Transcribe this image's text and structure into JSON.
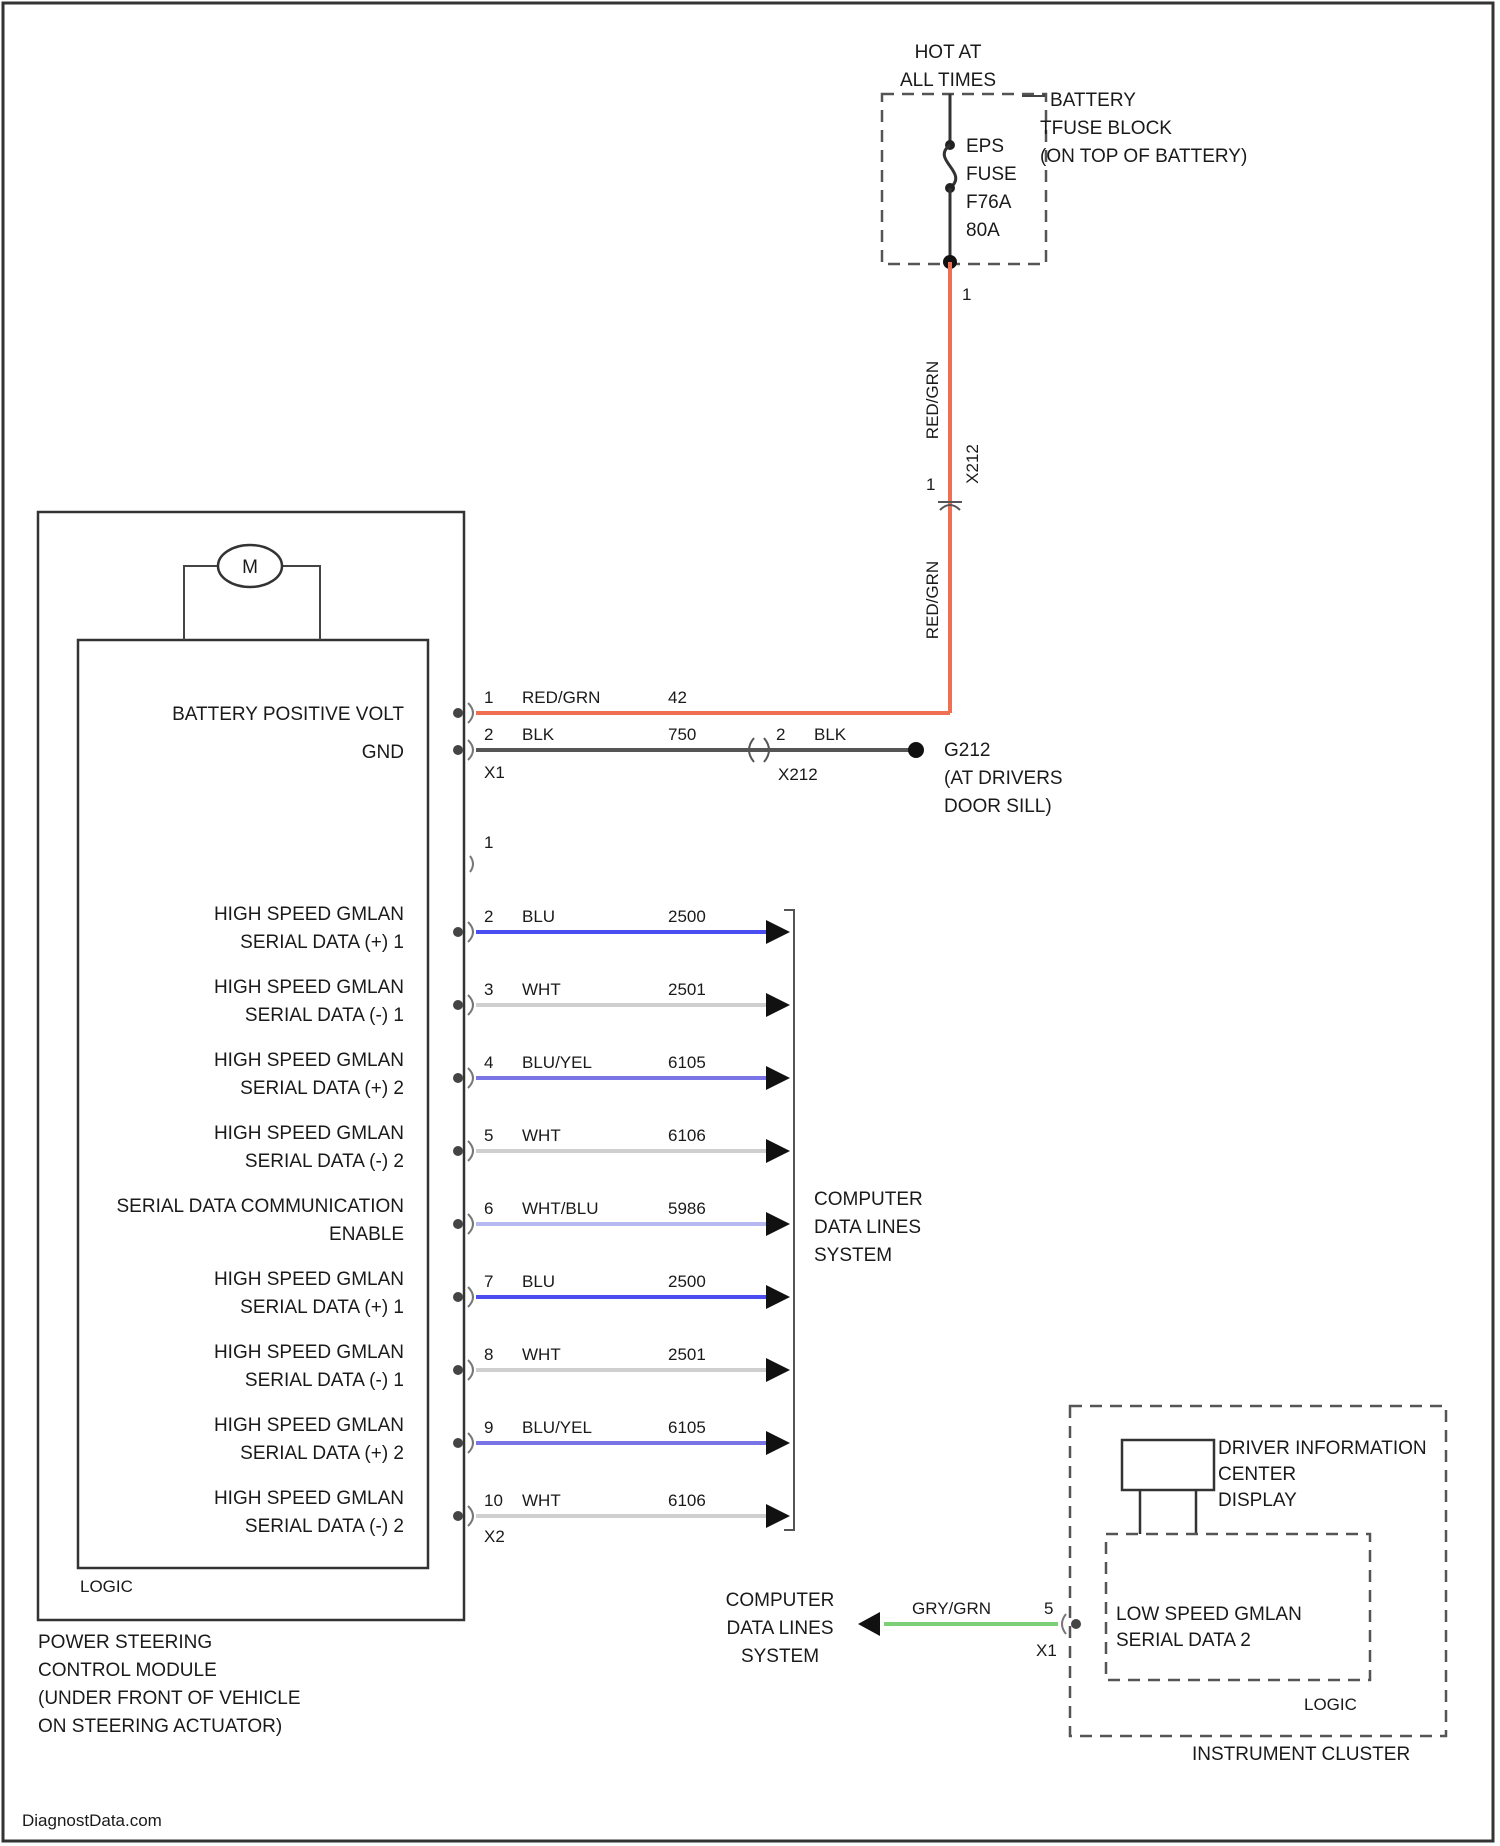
{
  "diagram": {
    "fuse_block": {
      "power_label_1": "HOT AT",
      "power_label_2": "ALL TIMES",
      "block_label_1": "BATTERY",
      "block_label_2": "TFUSE BLOCK",
      "block_label_3": "(ON TOP OF BATTERY)",
      "fuse_1": "EPS",
      "fuse_2": "FUSE",
      "fuse_3": "F76A",
      "fuse_4": "80A",
      "terminal": "1"
    },
    "vertical_wire": {
      "color_upper": "RED/GRN",
      "color_lower": "RED/GRN",
      "connector": "X212",
      "connector_pin": "1"
    },
    "psc_module": {
      "motor": "M",
      "logic": "LOGIC",
      "name_1": "POWER STEERING",
      "name_2": "CONTROL MODULE",
      "name_3": "(UNDER FRONT OF VEHICLE",
      "name_4": "ON STEERING ACTUATOR)",
      "conn_x1": "X1",
      "conn_x2": "X2",
      "pins_x1": [
        {
          "label": "BATTERY POSITIVE VOLT",
          "pin": "1",
          "color": "RED/GRN",
          "circuit": "42"
        },
        {
          "label": "GND",
          "pin": "2",
          "color": "BLK",
          "circuit": "750"
        }
      ],
      "x2_pin1": "1",
      "pins_x2": [
        {
          "l1": "HIGH SPEED GMLAN",
          "l2": "SERIAL DATA (+) 1",
          "pin": "2",
          "color": "BLU",
          "circuit": "2500",
          "hex": "#4a4ef0"
        },
        {
          "l1": "HIGH SPEED GMLAN",
          "l2": "SERIAL DATA (-) 1",
          "pin": "3",
          "color": "WHT",
          "circuit": "2501",
          "hex": "#cfcfcf"
        },
        {
          "l1": "HIGH SPEED GMLAN",
          "l2": "SERIAL DATA (+) 2",
          "pin": "4",
          "color": "BLU/YEL",
          "circuit": "6105",
          "hex": "#7a74e6"
        },
        {
          "l1": "HIGH SPEED GMLAN",
          "l2": "SERIAL DATA (-) 2",
          "pin": "5",
          "color": "WHT",
          "circuit": "6106",
          "hex": "#cfcfcf"
        },
        {
          "l1": "SERIAL DATA COMMUNICATION",
          "l2": "ENABLE",
          "pin": "6",
          "color": "WHT/BLU",
          "circuit": "5986",
          "hex": "#b6b8f2"
        },
        {
          "l1": "HIGH SPEED GMLAN",
          "l2": "SERIAL DATA (+) 1",
          "pin": "7",
          "color": "BLU",
          "circuit": "2500",
          "hex": "#4a4ef0"
        },
        {
          "l1": "HIGH SPEED GMLAN",
          "l2": "SERIAL DATA (-) 1",
          "pin": "8",
          "color": "WHT",
          "circuit": "2501",
          "hex": "#cfcfcf"
        },
        {
          "l1": "HIGH SPEED GMLAN",
          "l2": "SERIAL DATA (+) 2",
          "pin": "9",
          "color": "BLU/YEL",
          "circuit": "6105",
          "hex": "#7a74e6"
        },
        {
          "l1": "HIGH SPEED GMLAN",
          "l2": "SERIAL DATA (-) 2",
          "pin": "10",
          "color": "WHT",
          "circuit": "6106",
          "hex": "#cfcfcf"
        }
      ]
    },
    "ground": {
      "inline_pin": "2",
      "inline_color": "BLK",
      "inline_connector": "X212",
      "name": "G212",
      "loc_1": "(AT DRIVERS",
      "loc_2": "DOOR SILL)"
    },
    "data_lines_right": {
      "line_1": "COMPUTER",
      "line_2": "DATA LINES",
      "line_3": "SYSTEM"
    },
    "instrument_cluster": {
      "dic_1": "DRIVER INFORMATION",
      "dic_2": "CENTER",
      "dic_3": "DISPLAY",
      "ls_1": "LOW SPEED GMLAN",
      "ls_2": "SERIAL DATA 2",
      "logic": "LOGIC",
      "name": "INSTRUMENT CLUSTER",
      "pin": "5",
      "connector": "X1",
      "wire_color": "GRY/GRN",
      "wire_hex": "#7ccf74"
    },
    "data_lines_bottom": {
      "line_1": "COMPUTER",
      "line_2": "DATA LINES",
      "line_3": "SYSTEM"
    },
    "wire_colors": {
      "power": "#ef6f52",
      "ground": "#555555"
    },
    "watermark": "DiagnostData.com"
  }
}
